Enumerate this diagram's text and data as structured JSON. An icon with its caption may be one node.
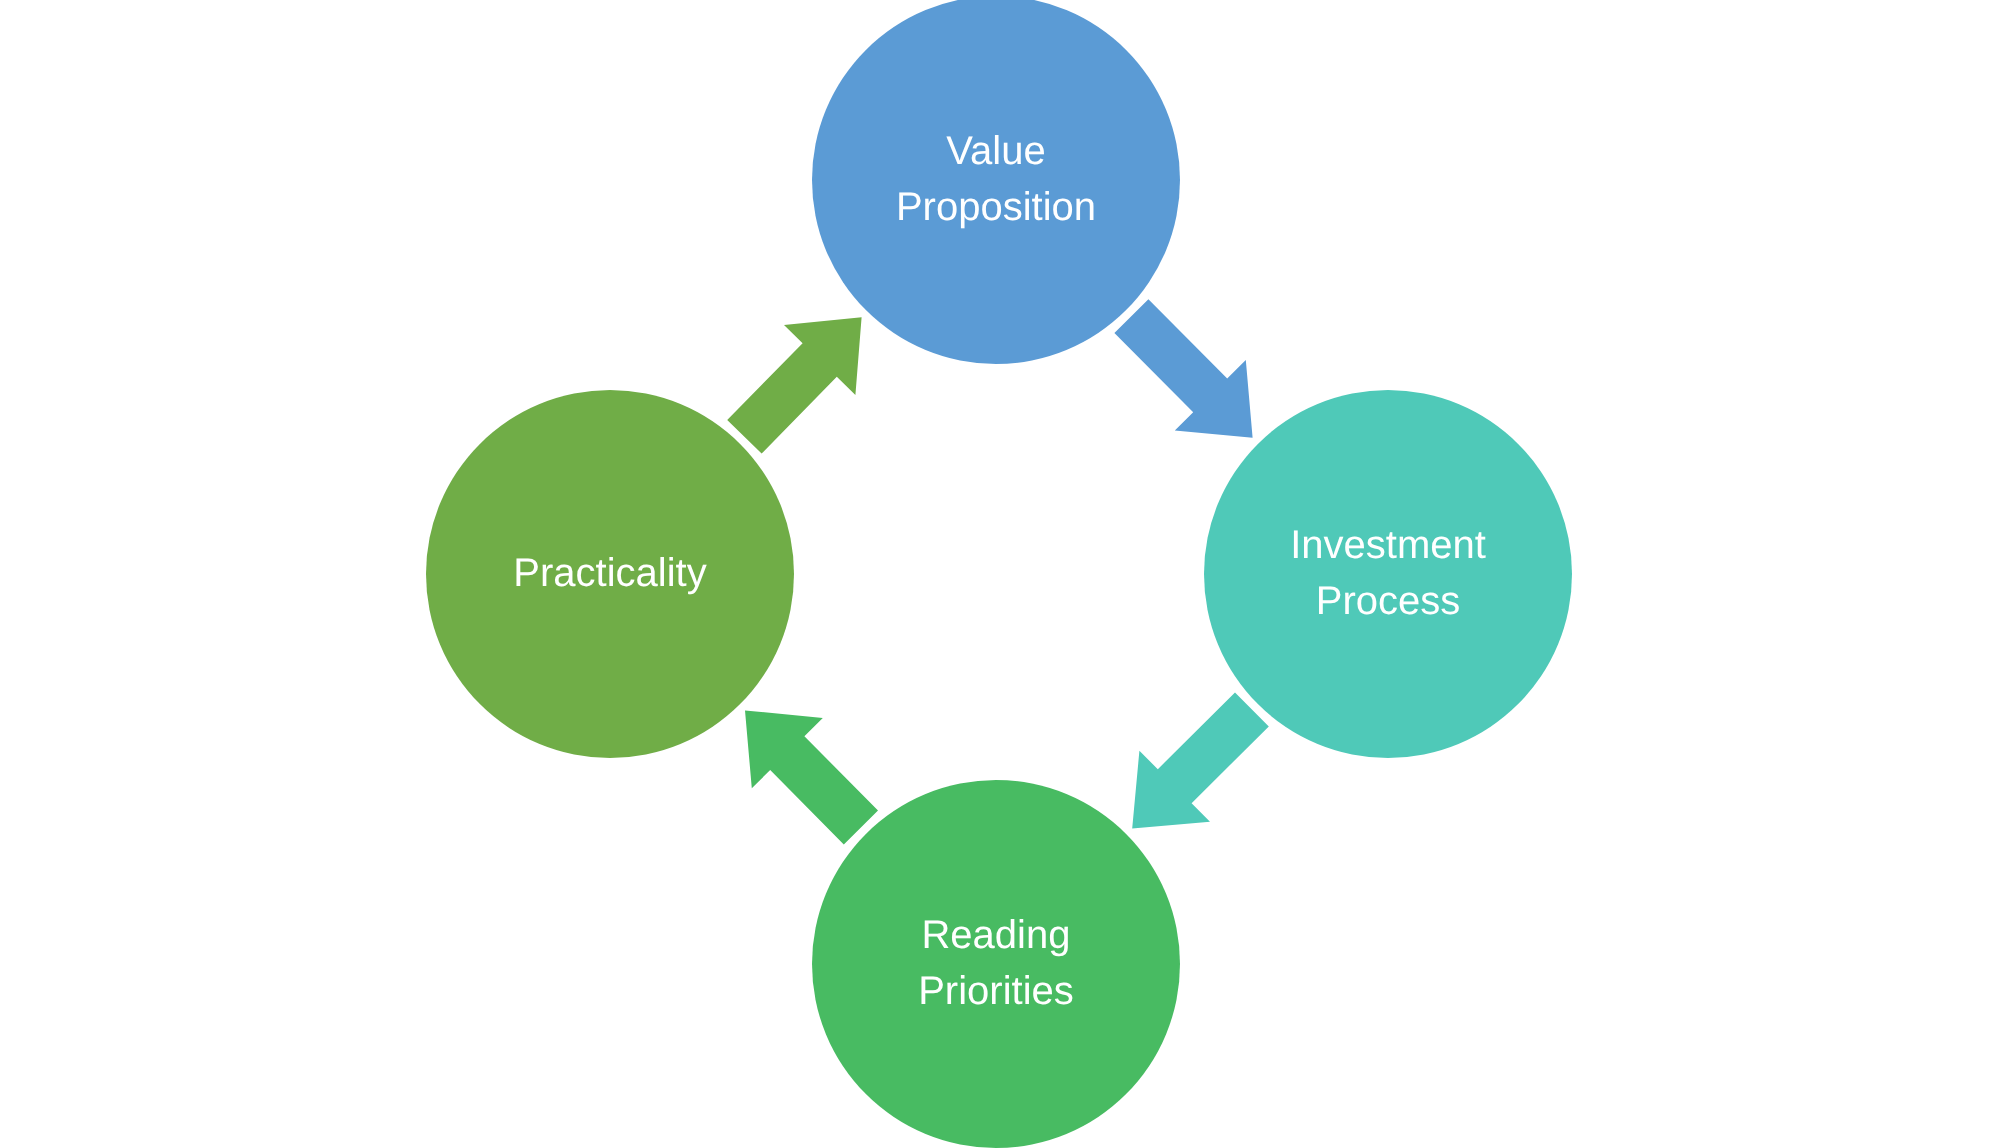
{
  "diagram": {
    "nodes": [
      {
        "text": [
          "Value Proposition"
        ]
      },
      {
        "text": [
          "Investment Process"
        ]
      },
      {
        "text": [
          "Reading Priorities"
        ]
      },
      {
        "text": [
          "Practicality"
        ]
      }
    ],
    "edges": [
      {
        "from": 0,
        "to": 1,
        "arrow": "to",
        "color": "#5b9bd5"
      },
      {
        "from": 1,
        "to": 2,
        "arrow": "to",
        "color": "#4fc9b8"
      },
      {
        "from": 2,
        "to": 3,
        "arrow": "to",
        "color": "#48bb62"
      },
      {
        "from": 3,
        "to": 0,
        "arrow": "to",
        "color": "#70ad47"
      }
    ]
  }
}
